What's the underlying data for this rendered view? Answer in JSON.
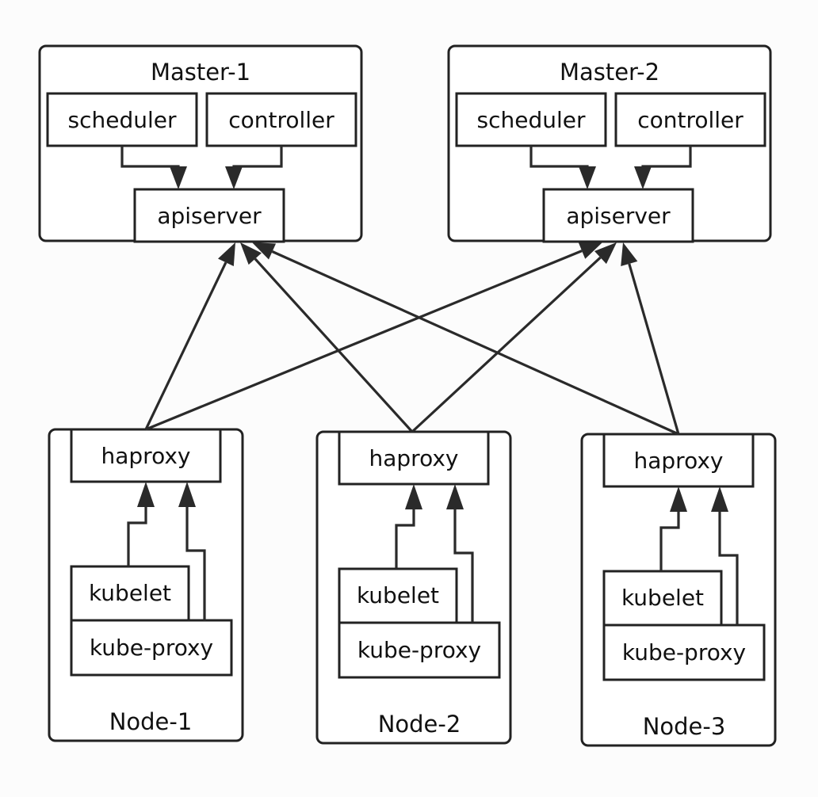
{
  "masters": [
    {
      "title": "Master-1",
      "scheduler": "scheduler",
      "controller": "controller",
      "apiserver": "apiserver"
    },
    {
      "title": "Master-2",
      "scheduler": "scheduler",
      "controller": "controller",
      "apiserver": "apiserver"
    }
  ],
  "nodes": [
    {
      "title": "Node-1",
      "haproxy": "haproxy",
      "kubelet": "kubelet",
      "kube_proxy": "kube-proxy"
    },
    {
      "title": "Node-2",
      "haproxy": "haproxy",
      "kubelet": "kubelet",
      "kube_proxy": "kube-proxy"
    },
    {
      "title": "Node-3",
      "haproxy": "haproxy",
      "kubelet": "kubelet",
      "kube_proxy": "kube-proxy"
    }
  ]
}
